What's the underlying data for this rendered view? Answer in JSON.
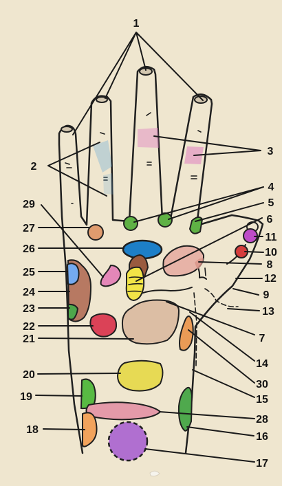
{
  "labels": {
    "l1": "1",
    "l2": "2",
    "l3": "3",
    "l4": "4",
    "l5": "5",
    "l6": "6",
    "l7": "7",
    "l8": "8",
    "l9": "9",
    "l10": "10",
    "l11": "11",
    "l12": "12",
    "l13": "13",
    "l14": "14",
    "l15": "15",
    "l16": "16",
    "l17": "17",
    "l18": "18",
    "l19": "19",
    "l20": "20",
    "l21": "21",
    "l22": "22",
    "l23": "23",
    "l24": "24",
    "l25": "25",
    "l26": "26",
    "l27": "27",
    "l28": "28",
    "l29": "29",
    "l30": "30"
  },
  "colors": {
    "background": "#efe6cf",
    "zone_blue": "#4f9fd8",
    "zone_green": "#59b23d",
    "zone_orange": "#e5a36b",
    "zone_pink": "#e6a8bd",
    "zone_magenta": "#cd6ac0",
    "zone_red": "#d9435d",
    "zone_yellow": "#f0e64b",
    "zone_brown": "#a96d4f",
    "zone_purple": "#a766d0",
    "zone_tan": "#dcbea4",
    "zone_cream": "#e9da8f"
  }
}
